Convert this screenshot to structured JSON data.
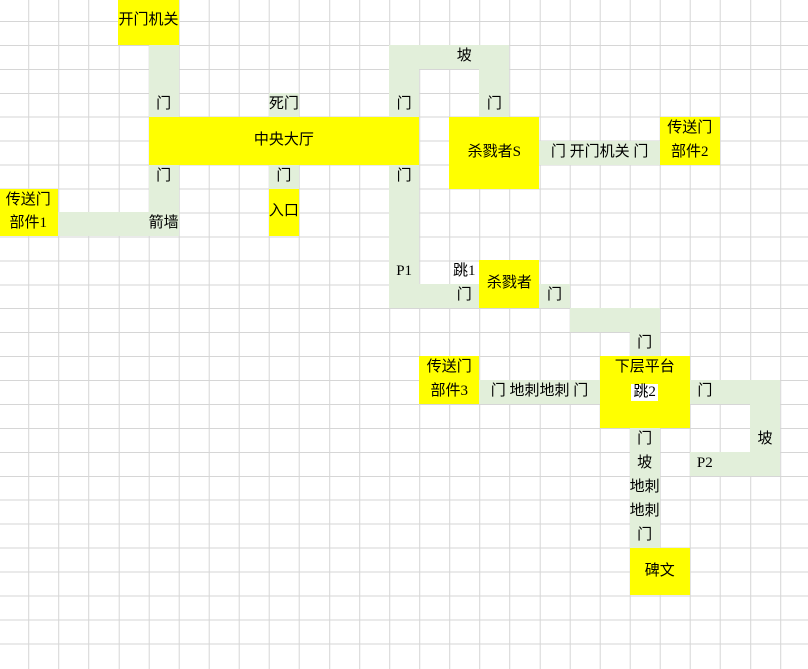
{
  "colors": {
    "room_fill": "#ffff00",
    "path_fill": "#e2efda",
    "gridline": "#d6d6d6",
    "background": "#ffffff",
    "text": "#000000"
  },
  "paths": [
    {
      "name": "path-top-left-vertical",
      "col": 5,
      "row": 2,
      "rowspan": 2,
      "label": ""
    },
    {
      "name": "path-door-above-hall-left",
      "col": 5,
      "row": 4,
      "label": "门"
    },
    {
      "name": "path-dead-door",
      "col": 9,
      "row": 4,
      "label": "死门"
    },
    {
      "name": "path-slope-top-corridor",
      "col": 13,
      "row": 2,
      "colspan": 2,
      "label": ""
    },
    {
      "name": "path-slope-top",
      "col": 15,
      "row": 2,
      "label": "坡"
    },
    {
      "name": "path-slope-top-right",
      "col": 16,
      "row": 2,
      "label": ""
    },
    {
      "name": "path-mid-vertical-above-hall",
      "col": 13,
      "row": 3,
      "label": ""
    },
    {
      "name": "path-door-above-hall-right",
      "col": 13,
      "row": 4,
      "label": "门"
    },
    {
      "name": "path-vertical-above-slayer-s",
      "col": 16,
      "row": 3,
      "label": ""
    },
    {
      "name": "path-door-above-slayer-s",
      "col": 16,
      "row": 4,
      "label": "门"
    },
    {
      "name": "path-door-trigger-corridor",
      "col": 18,
      "row": 6,
      "colspan": 4,
      "label": "门 开门机关 门"
    },
    {
      "name": "path-door-below-hall-left",
      "col": 5,
      "row": 7,
      "label": "门"
    },
    {
      "name": "path-door-below-hall-mid",
      "col": 9,
      "row": 7,
      "label": "门"
    },
    {
      "name": "path-door-below-hall-right",
      "col": 13,
      "row": 7,
      "label": "门"
    },
    {
      "name": "path-left-vertical",
      "col": 5,
      "row": 8,
      "label": ""
    },
    {
      "name": "path-arrow-wall-corridor",
      "col": 2,
      "row": 9,
      "colspan": 3,
      "label": ""
    },
    {
      "name": "path-arrow-wall",
      "col": 5,
      "row": 9,
      "label": "箭墙"
    },
    {
      "name": "path-mid-vertical",
      "col": 13,
      "row": 8,
      "rowspan": 3,
      "label": ""
    },
    {
      "name": "path-p1",
      "col": 13,
      "row": 11,
      "label": "P1"
    },
    {
      "name": "path-p1-corridor",
      "col": 13,
      "row": 12,
      "colspan": 2,
      "label": ""
    },
    {
      "name": "path-door-before-slayer",
      "col": 15,
      "row": 12,
      "label": "门"
    },
    {
      "name": "path-door-after-slayer",
      "col": 18,
      "row": 12,
      "label": "门"
    },
    {
      "name": "path-step-corridor",
      "col": 19,
      "row": 13,
      "colspan": 3,
      "label": ""
    },
    {
      "name": "path-door-above-platform",
      "col": 21,
      "row": 14,
      "label": "门"
    },
    {
      "name": "path-spike-corridor",
      "col": 16,
      "row": 16,
      "colspan": 4,
      "label": "门 地刺地刺 门"
    },
    {
      "name": "path-door-right-of-platform",
      "col": 23,
      "row": 16,
      "label": "门"
    },
    {
      "name": "path-right-corridor",
      "col": 24,
      "row": 16,
      "colspan": 2,
      "label": ""
    },
    {
      "name": "path-right-vertical",
      "col": 25,
      "row": 17,
      "label": ""
    },
    {
      "name": "path-slope-right",
      "col": 25,
      "row": 18,
      "label": "坡"
    },
    {
      "name": "path-p2",
      "col": 23,
      "row": 19,
      "label": "P2"
    },
    {
      "name": "path-p2-corridor",
      "col": 24,
      "row": 19,
      "colspan": 2,
      "label": ""
    },
    {
      "name": "path-door-below-platform",
      "col": 21,
      "row": 18,
      "label": "门"
    },
    {
      "name": "path-slope-below-platform",
      "col": 21,
      "row": 19,
      "label": "坡"
    },
    {
      "name": "path-spikes-1",
      "col": 21,
      "row": 20,
      "label": "地刺"
    },
    {
      "name": "path-spikes-2",
      "col": 21,
      "row": 21,
      "label": "地刺"
    },
    {
      "name": "path-door-above-stele",
      "col": 21,
      "row": 22,
      "label": "门"
    }
  ],
  "rooms": [
    {
      "name": "room-door-trigger",
      "col": 4,
      "row": 0,
      "colspan": 2,
      "rowspan": 2,
      "label": "开门机关"
    },
    {
      "name": "room-central-hall",
      "col": 5,
      "row": 5,
      "colspan": 9,
      "rowspan": 2,
      "label": "中央大厅"
    },
    {
      "name": "room-slayer-s",
      "col": 15,
      "row": 5,
      "colspan": 3,
      "rowspan": 3,
      "label": "杀戮者S"
    },
    {
      "name": "room-portal-part-2",
      "col": 22,
      "row": 5,
      "colspan": 2,
      "rowspan": 2,
      "label": "传送门\n部件2"
    },
    {
      "name": "room-portal-part-1",
      "col": 0,
      "row": 8,
      "colspan": 2,
      "rowspan": 2,
      "label": "传送门\n部件1"
    },
    {
      "name": "room-entrance",
      "col": 9,
      "row": 8,
      "colspan": 1,
      "rowspan": 2,
      "label": "入口"
    },
    {
      "name": "room-slayer",
      "col": 16,
      "row": 11,
      "colspan": 2,
      "rowspan": 2,
      "label": "杀戮者"
    },
    {
      "name": "room-portal-part-3",
      "col": 14,
      "row": 15,
      "colspan": 2,
      "rowspan": 2,
      "label": "传送门\n部件3"
    },
    {
      "name": "room-lower-platform",
      "col": 20,
      "row": 15,
      "colspan": 3,
      "rowspan": 3,
      "label": ""
    },
    {
      "name": "room-stele",
      "col": 21,
      "row": 23,
      "colspan": 2,
      "rowspan": 2,
      "label": "碑文"
    }
  ],
  "labels": [
    {
      "name": "label-jump-1",
      "col": 15,
      "row": 11,
      "label": "跳1"
    },
    {
      "name": "label-lower-platform",
      "col": 20,
      "row": 15,
      "colspan": 3,
      "label": "下层平台"
    },
    {
      "name": "label-jump-2",
      "col": 21,
      "row": 16,
      "label": "跳2",
      "boxed": true
    }
  ]
}
